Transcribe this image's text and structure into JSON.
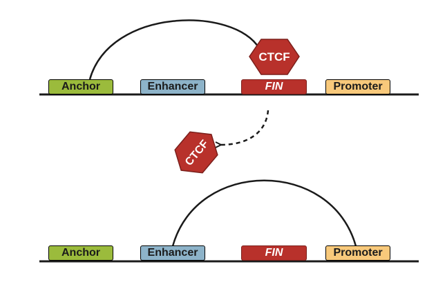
{
  "top_panel": {
    "anchor": "Anchor",
    "enhancer": "Enhancer",
    "fin": "FIN",
    "promoter": "Promoter",
    "ctcf": "CTCF"
  },
  "released_ctcf": "CTCF",
  "bottom_panel": {
    "anchor": "Anchor",
    "enhancer": "Enhancer",
    "fin": "FIN",
    "promoter": "Promoter"
  },
  "colors": {
    "anchor": "#9bbb3c",
    "enhancer": "#8db3c9",
    "fin": "#b8312b",
    "promoter": "#f8c97b",
    "ctcf": "#b8312b",
    "line": "#1a1a1a"
  }
}
